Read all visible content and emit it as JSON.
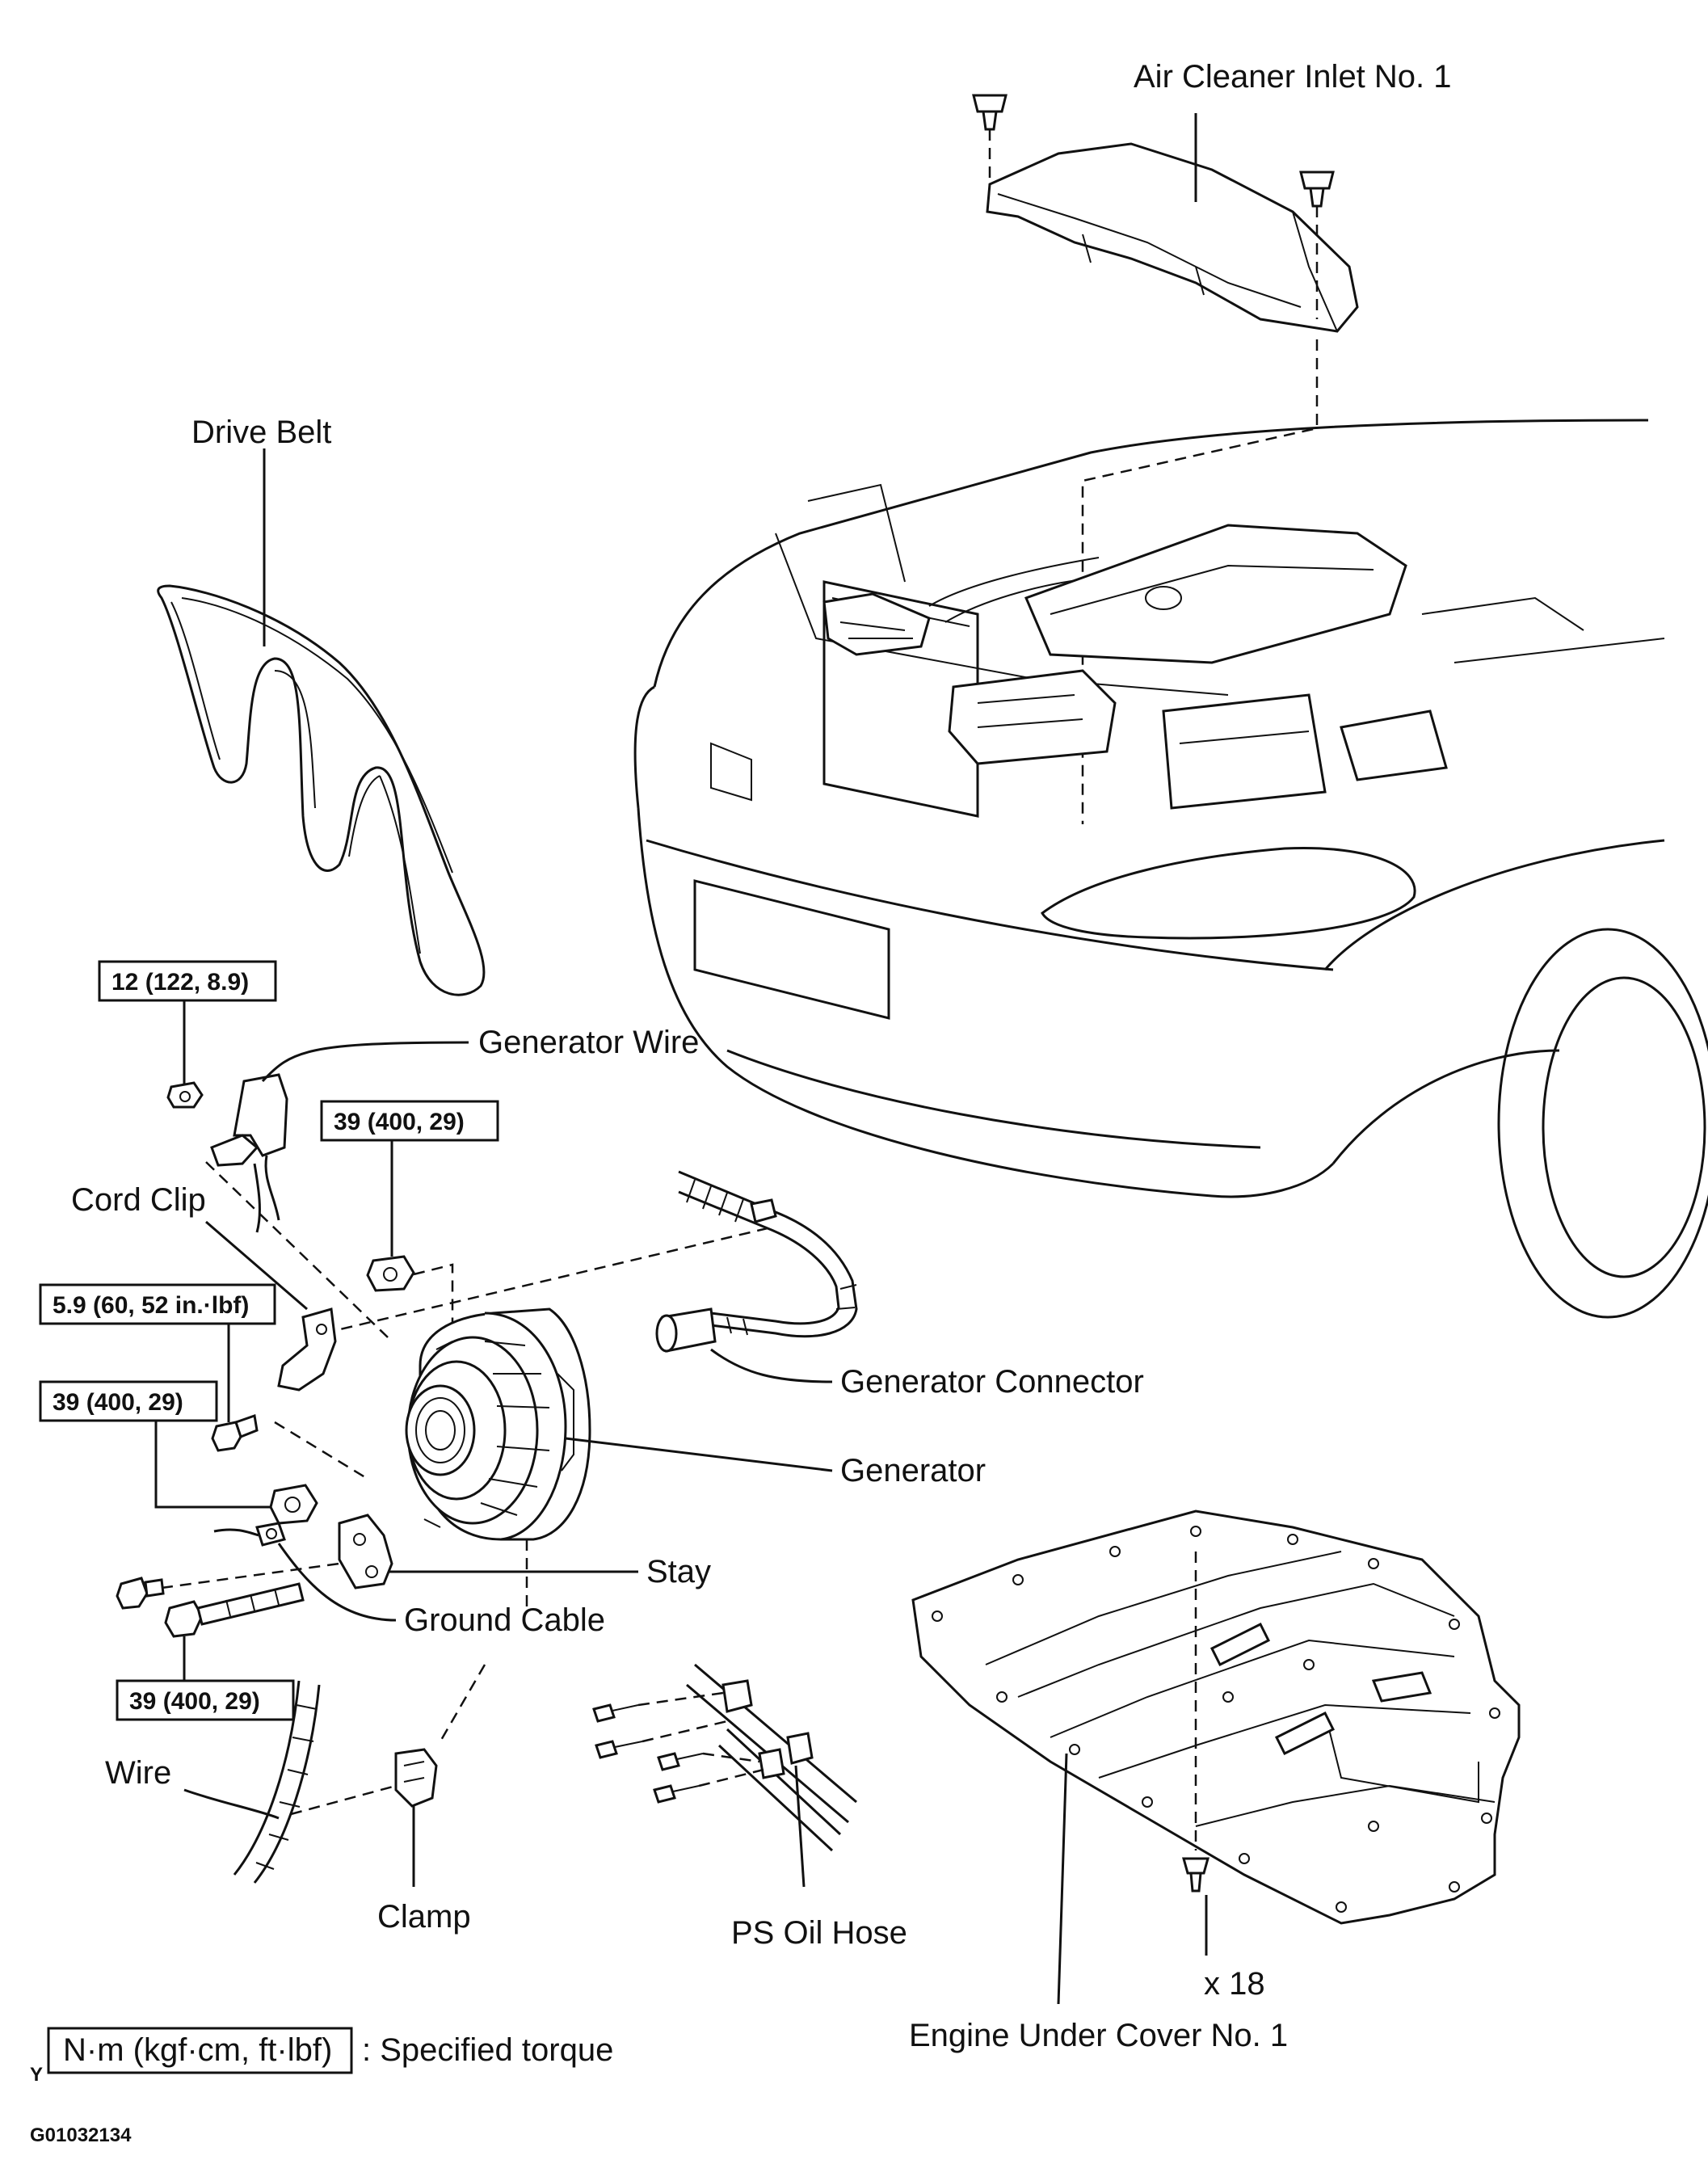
{
  "labels": {
    "air_cleaner_inlet": "Air Cleaner Inlet No. 1",
    "drive_belt": "Drive Belt",
    "generator_wire": "Generator Wire",
    "cord_clip": "Cord Clip",
    "generator_connector": "Generator Connector",
    "generator": "Generator",
    "stay": "Stay",
    "ground_cable": "Ground Cable",
    "wire": "Wire",
    "clamp": "Clamp",
    "ps_oil_hose": "PS Oil Hose",
    "engine_under_cover": "Engine Under Cover No. 1",
    "clip_count": "x 18"
  },
  "torques": {
    "generator_wire_nut": "12 (122, 8.9)",
    "upper_nut": "39 (400, 29)",
    "cord_clip_bolt": "5.9 (60, 52 in.·lbf)",
    "lower_nut": "39 (400, 29)",
    "through_bolt": "39 (400, 29)"
  },
  "legend": {
    "unit_box": "N·m (kgf·cm, ft·lbf)",
    "description": ": Specified torque",
    "marker": "Y"
  },
  "figure_id": "G01032134",
  "icons": [
    "clip-icon",
    "nut-icon",
    "bolt-icon"
  ]
}
